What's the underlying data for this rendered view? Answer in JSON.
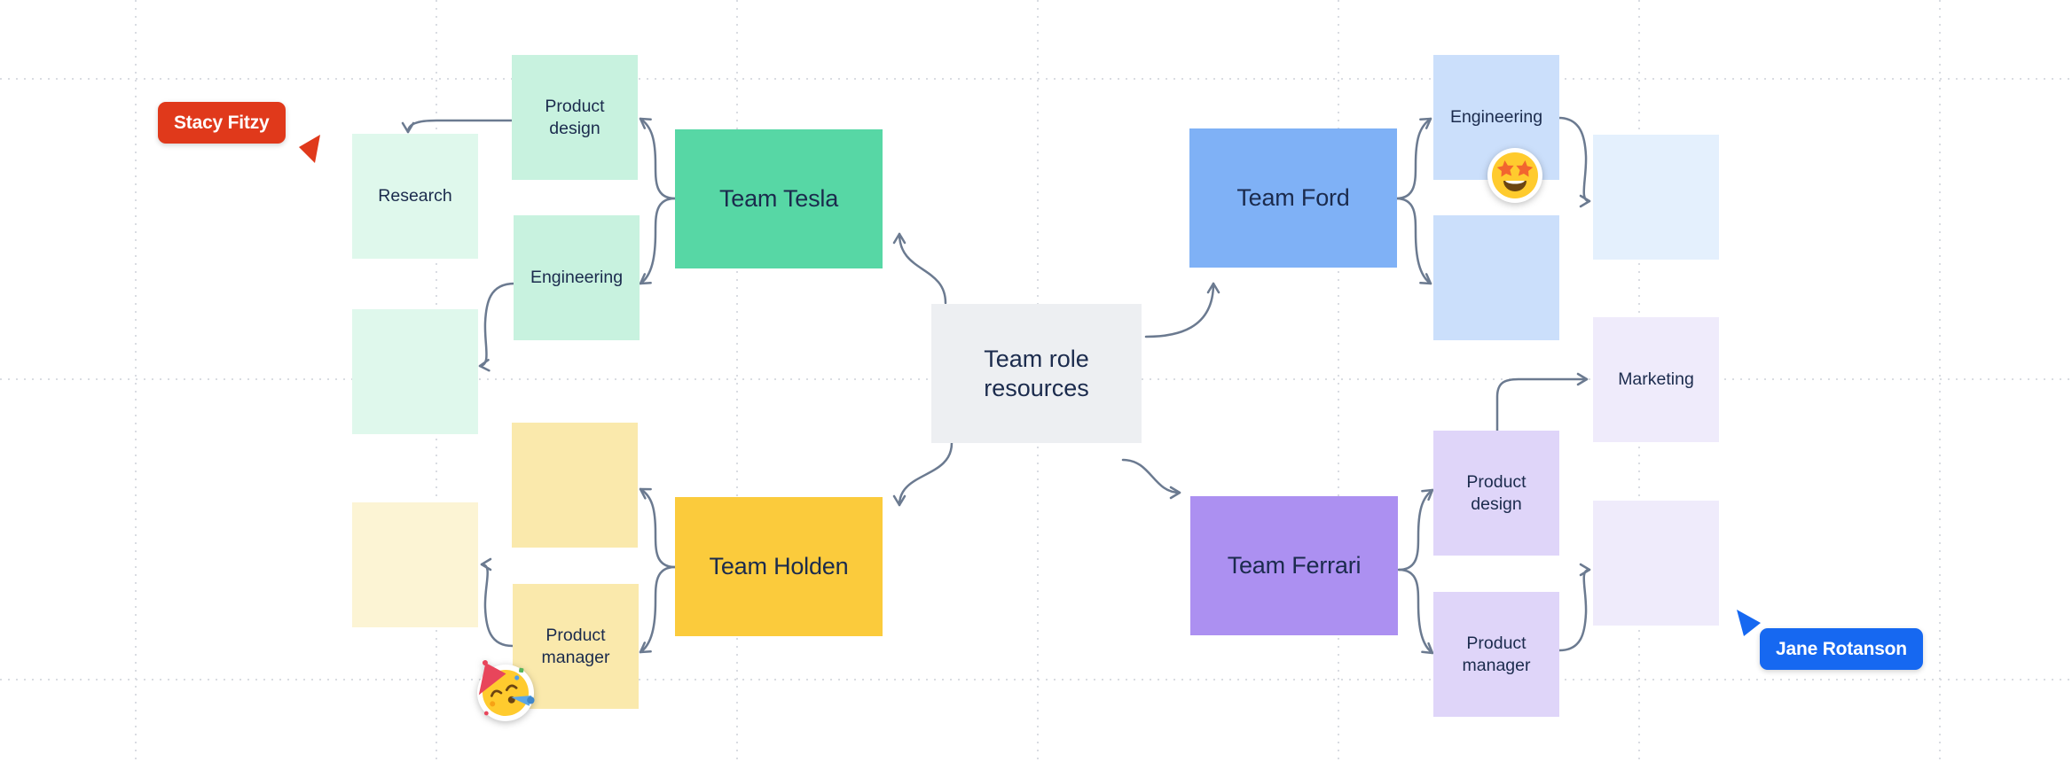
{
  "board": {
    "center": {
      "label": "Team role resources"
    },
    "teams": {
      "tesla": {
        "label": "Team Tesla",
        "color": "#57D7A5"
      },
      "ford": {
        "label": "Team Ford",
        "color": "#7FB1F6"
      },
      "holden": {
        "label": "Team Holden",
        "color": "#FBCB3C"
      },
      "ferrari": {
        "label": "Team Ferrari",
        "color": "#AC90F1"
      }
    },
    "stickies": {
      "tesla_product_design": {
        "label": "Product design",
        "color": "#C8F2DF"
      },
      "tesla_engineering": {
        "label": "Engineering",
        "color": "#C8F2DF"
      },
      "tesla_research": {
        "label": "Research",
        "color": "#DFF8EC"
      },
      "tesla_blank": {
        "label": "",
        "color": "#DFF8EC"
      },
      "ford_engineering": {
        "label": "Engineering",
        "color": "#CBDFFB"
      },
      "ford_blank": {
        "label": "",
        "color": "#CBDFFB"
      },
      "ford_blank_outer": {
        "label": "",
        "color": "#E4F0FD"
      },
      "ferrari_marketing": {
        "label": "Marketing",
        "color": "#EFEBFB"
      },
      "ferrari_product_design": {
        "label": "Product design",
        "color": "#DFD5F9"
      },
      "ferrari_product_manager": {
        "label": "Product manager",
        "color": "#DFD5F9"
      },
      "ferrari_blank_outer": {
        "label": "",
        "color": "#EFEBFB"
      },
      "holden_blank": {
        "label": "",
        "color": "#FAE9AC"
      },
      "holden_product_manager": {
        "label": "Product manager",
        "color": "#FAE9AC"
      },
      "holden_blank_outer": {
        "label": "",
        "color": "#FCF4D4"
      }
    },
    "cursors": {
      "stacy": {
        "name": "Stacy Fitzy",
        "color": "#E0391B"
      },
      "jane": {
        "name": "Jane Rotanson",
        "color": "#1668F1"
      }
    },
    "stickers": {
      "star_struck": {
        "emoji": "star-struck"
      },
      "partying_face": {
        "emoji": "partying-face"
      }
    },
    "style": {
      "background": "#FFFFFF",
      "grid_dots": "#D9DCE2",
      "connector": "#6B7A90",
      "text": "#1B2B4D",
      "center_box": "#EDEFF2"
    }
  }
}
